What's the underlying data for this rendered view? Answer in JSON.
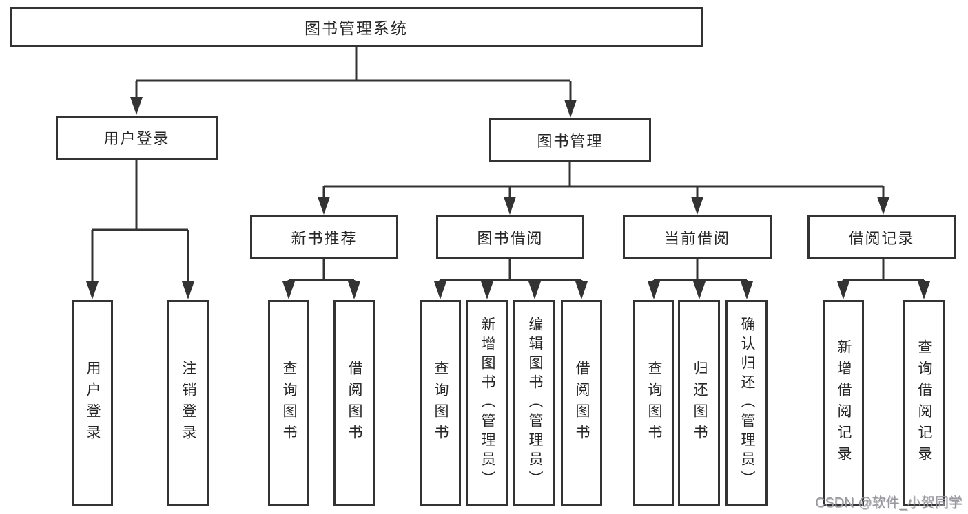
{
  "diagram": {
    "type": "hierarchy-tree",
    "colors": {
      "line": "#333333",
      "border": "#333333",
      "text": "#262626",
      "background": "#ffffff",
      "watermark": "#97979d"
    },
    "watermark": "CSDN @软件_小贺同学",
    "root": {
      "label": "图书管理系统",
      "children": [
        {
          "label": "用户登录",
          "children": [
            {
              "label": "用户登录"
            },
            {
              "label": "注销登录"
            }
          ]
        },
        {
          "label": "图书管理",
          "children": [
            {
              "label": "新书推荐",
              "children": [
                {
                  "label": "查询图书"
                },
                {
                  "label": "借阅图书"
                }
              ]
            },
            {
              "label": "图书借阅",
              "children": [
                {
                  "label": "查询图书"
                },
                {
                  "label": "新增图书（管理员）"
                },
                {
                  "label": "编辑图书（管理员）"
                },
                {
                  "label": "借阅图书"
                }
              ]
            },
            {
              "label": "当前借阅",
              "children": [
                {
                  "label": "查询图书"
                },
                {
                  "label": "归还图书"
                },
                {
                  "label": "确认归还（管理员）"
                }
              ]
            },
            {
              "label": "借阅记录",
              "children": [
                {
                  "label": "新增借阅记录"
                },
                {
                  "label": "查询借阅记录"
                }
              ]
            }
          ]
        }
      ]
    }
  }
}
